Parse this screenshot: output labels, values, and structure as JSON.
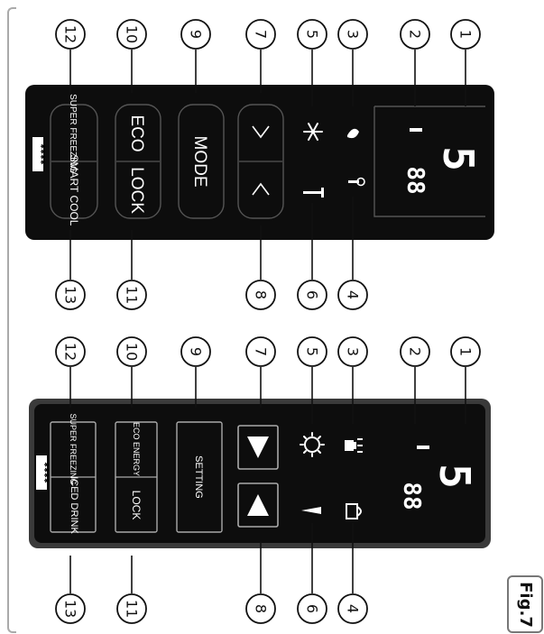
{
  "figure": {
    "label": "Fig.7"
  },
  "panels": [
    {
      "id": "top",
      "buttons": {
        "mode": "MODE",
        "eco": "ECO",
        "lock": "LOCK",
        "super_freezing": "SUPER FREEZING",
        "smart_cool": "SMART COOL",
        "stars": "✱✱✱✱"
      },
      "display": {
        "big_digit": "5",
        "small_digits": "88",
        "dash": "-"
      },
      "callouts": {
        "upper": [
          "12",
          "10",
          "9",
          "7",
          "5",
          "3",
          "2",
          "1"
        ],
        "lower": [
          "13",
          "11",
          "8",
          "6",
          "4"
        ]
      }
    },
    {
      "id": "bottom",
      "buttons": {
        "setting": "SETTING",
        "eco_energy": "ECO ENERGY",
        "lock": "LOCK",
        "super_freezing": "SUPER FREEZING",
        "iced_drink": "ICED DRINK",
        "stars": "✱✱✱✱"
      },
      "display": {
        "big_digit": "5",
        "small_digits": "88",
        "dash": "-"
      },
      "callouts": {
        "upper": [
          "12",
          "10",
          "9",
          "7",
          "5",
          "3",
          "2",
          "1"
        ],
        "lower": [
          "13",
          "11",
          "8",
          "6",
          "4"
        ]
      }
    }
  ]
}
